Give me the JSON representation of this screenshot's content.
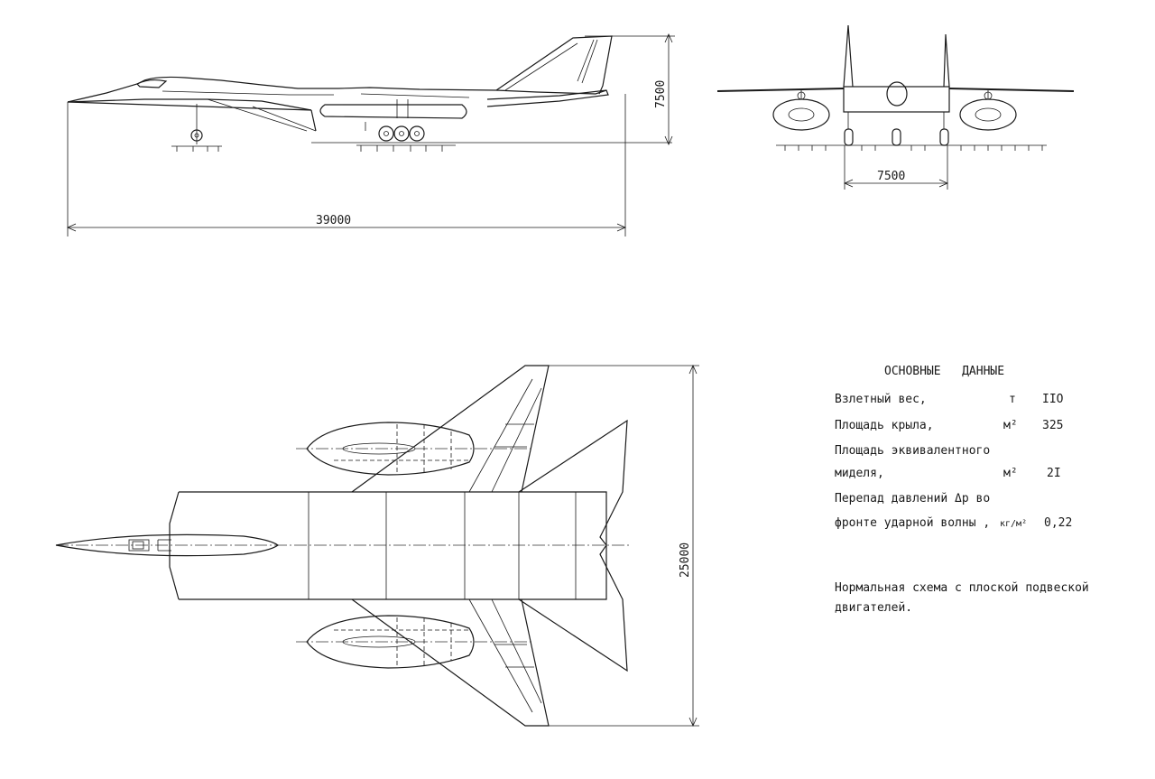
{
  "dimensions": {
    "length": "39000",
    "height": "7500",
    "track": "7500",
    "span": "25000"
  },
  "specs": {
    "heading": "ОСНОВНЫЕ   ДАННЫЕ",
    "rows": [
      {
        "label": "Взлетный вес,",
        "unit": "т",
        "value": "IIO"
      },
      {
        "label": "Площадь крыла,",
        "unit": "м²",
        "value": "325"
      },
      {
        "label": "Площадь эквивалентного",
        "unit": "",
        "value": ""
      },
      {
        "label": "миделя,",
        "unit": "м²",
        "value": "2I"
      },
      {
        "label": "Перепад давлений Δр во",
        "unit": "",
        "value": ""
      },
      {
        "label": "фронте ударной волны ,",
        "unit": "кг/м²",
        "value": "0,22"
      }
    ],
    "note_line1": "Нормальная схема с плоской подвеской",
    "note_line2": "двигателей."
  }
}
